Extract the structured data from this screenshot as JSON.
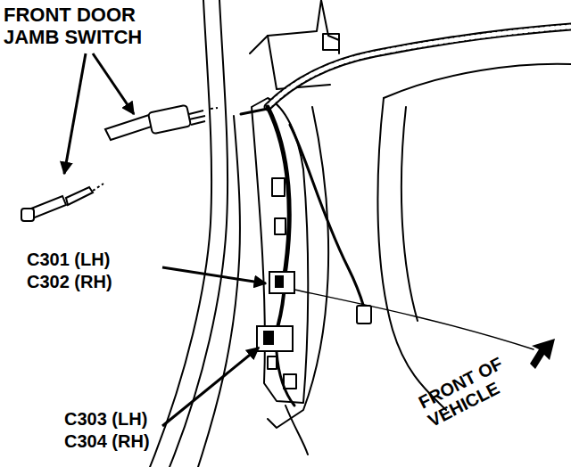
{
  "diagram": {
    "labels": [
      "FRONT DOOR JAMB SWITCH",
      "C301 (LH)",
      "C302 (RH)",
      "C303 (LH)",
      "C304 (RH)",
      "FRONT OF VEHICLE"
    ]
  }
}
